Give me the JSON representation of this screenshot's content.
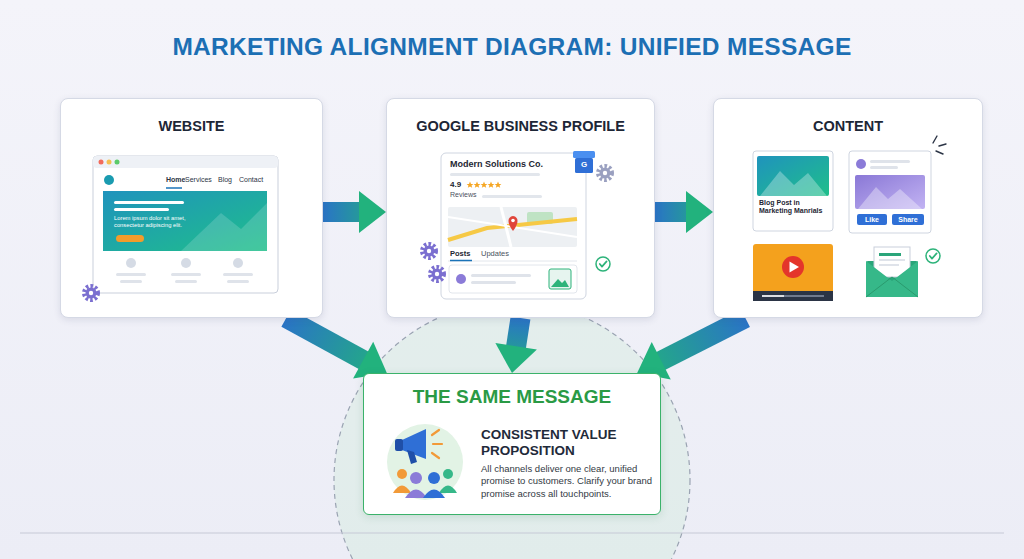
{
  "diagram": {
    "title": "MARKETING ALIGNMENT DIAGRAM: UNIFIED MESSAGE",
    "nodes": [
      {
        "text": [
          "WEBSITE"
        ]
      },
      {
        "text": [
          "GOOGLE BUSINESS PROFILE"
        ]
      },
      {
        "text": [
          "CONTENT"
        ]
      },
      {
        "text": [
          "THE SAME MESSAGE",
          "CONSISTENT VALUE PROPOSITION",
          "All channels deliver one clear, unified promise to customers. Clarify your brand promise across all touchpoints."
        ]
      }
    ],
    "edges": [
      {
        "from": 0,
        "to": 1,
        "arrow": "to"
      },
      {
        "from": 1,
        "to": 2,
        "arrow": "to"
      },
      {
        "from": 0,
        "to": 3,
        "arrow": "to"
      },
      {
        "from": 1,
        "to": 3,
        "arrow": "to"
      },
      {
        "from": 2,
        "to": 3,
        "arrow": "to"
      }
    ],
    "labels": [
      "Home",
      "Services",
      "Blog",
      "Contact",
      "Lorem ipsum dolor sit amet, consectetur adipiscing elit.",
      "Modern Solutions Co.",
      "4.9",
      "Reviews",
      "G",
      "Posts",
      "Updates",
      "Blog Post in Marketing Manrials",
      "Like",
      "Share"
    ]
  }
}
